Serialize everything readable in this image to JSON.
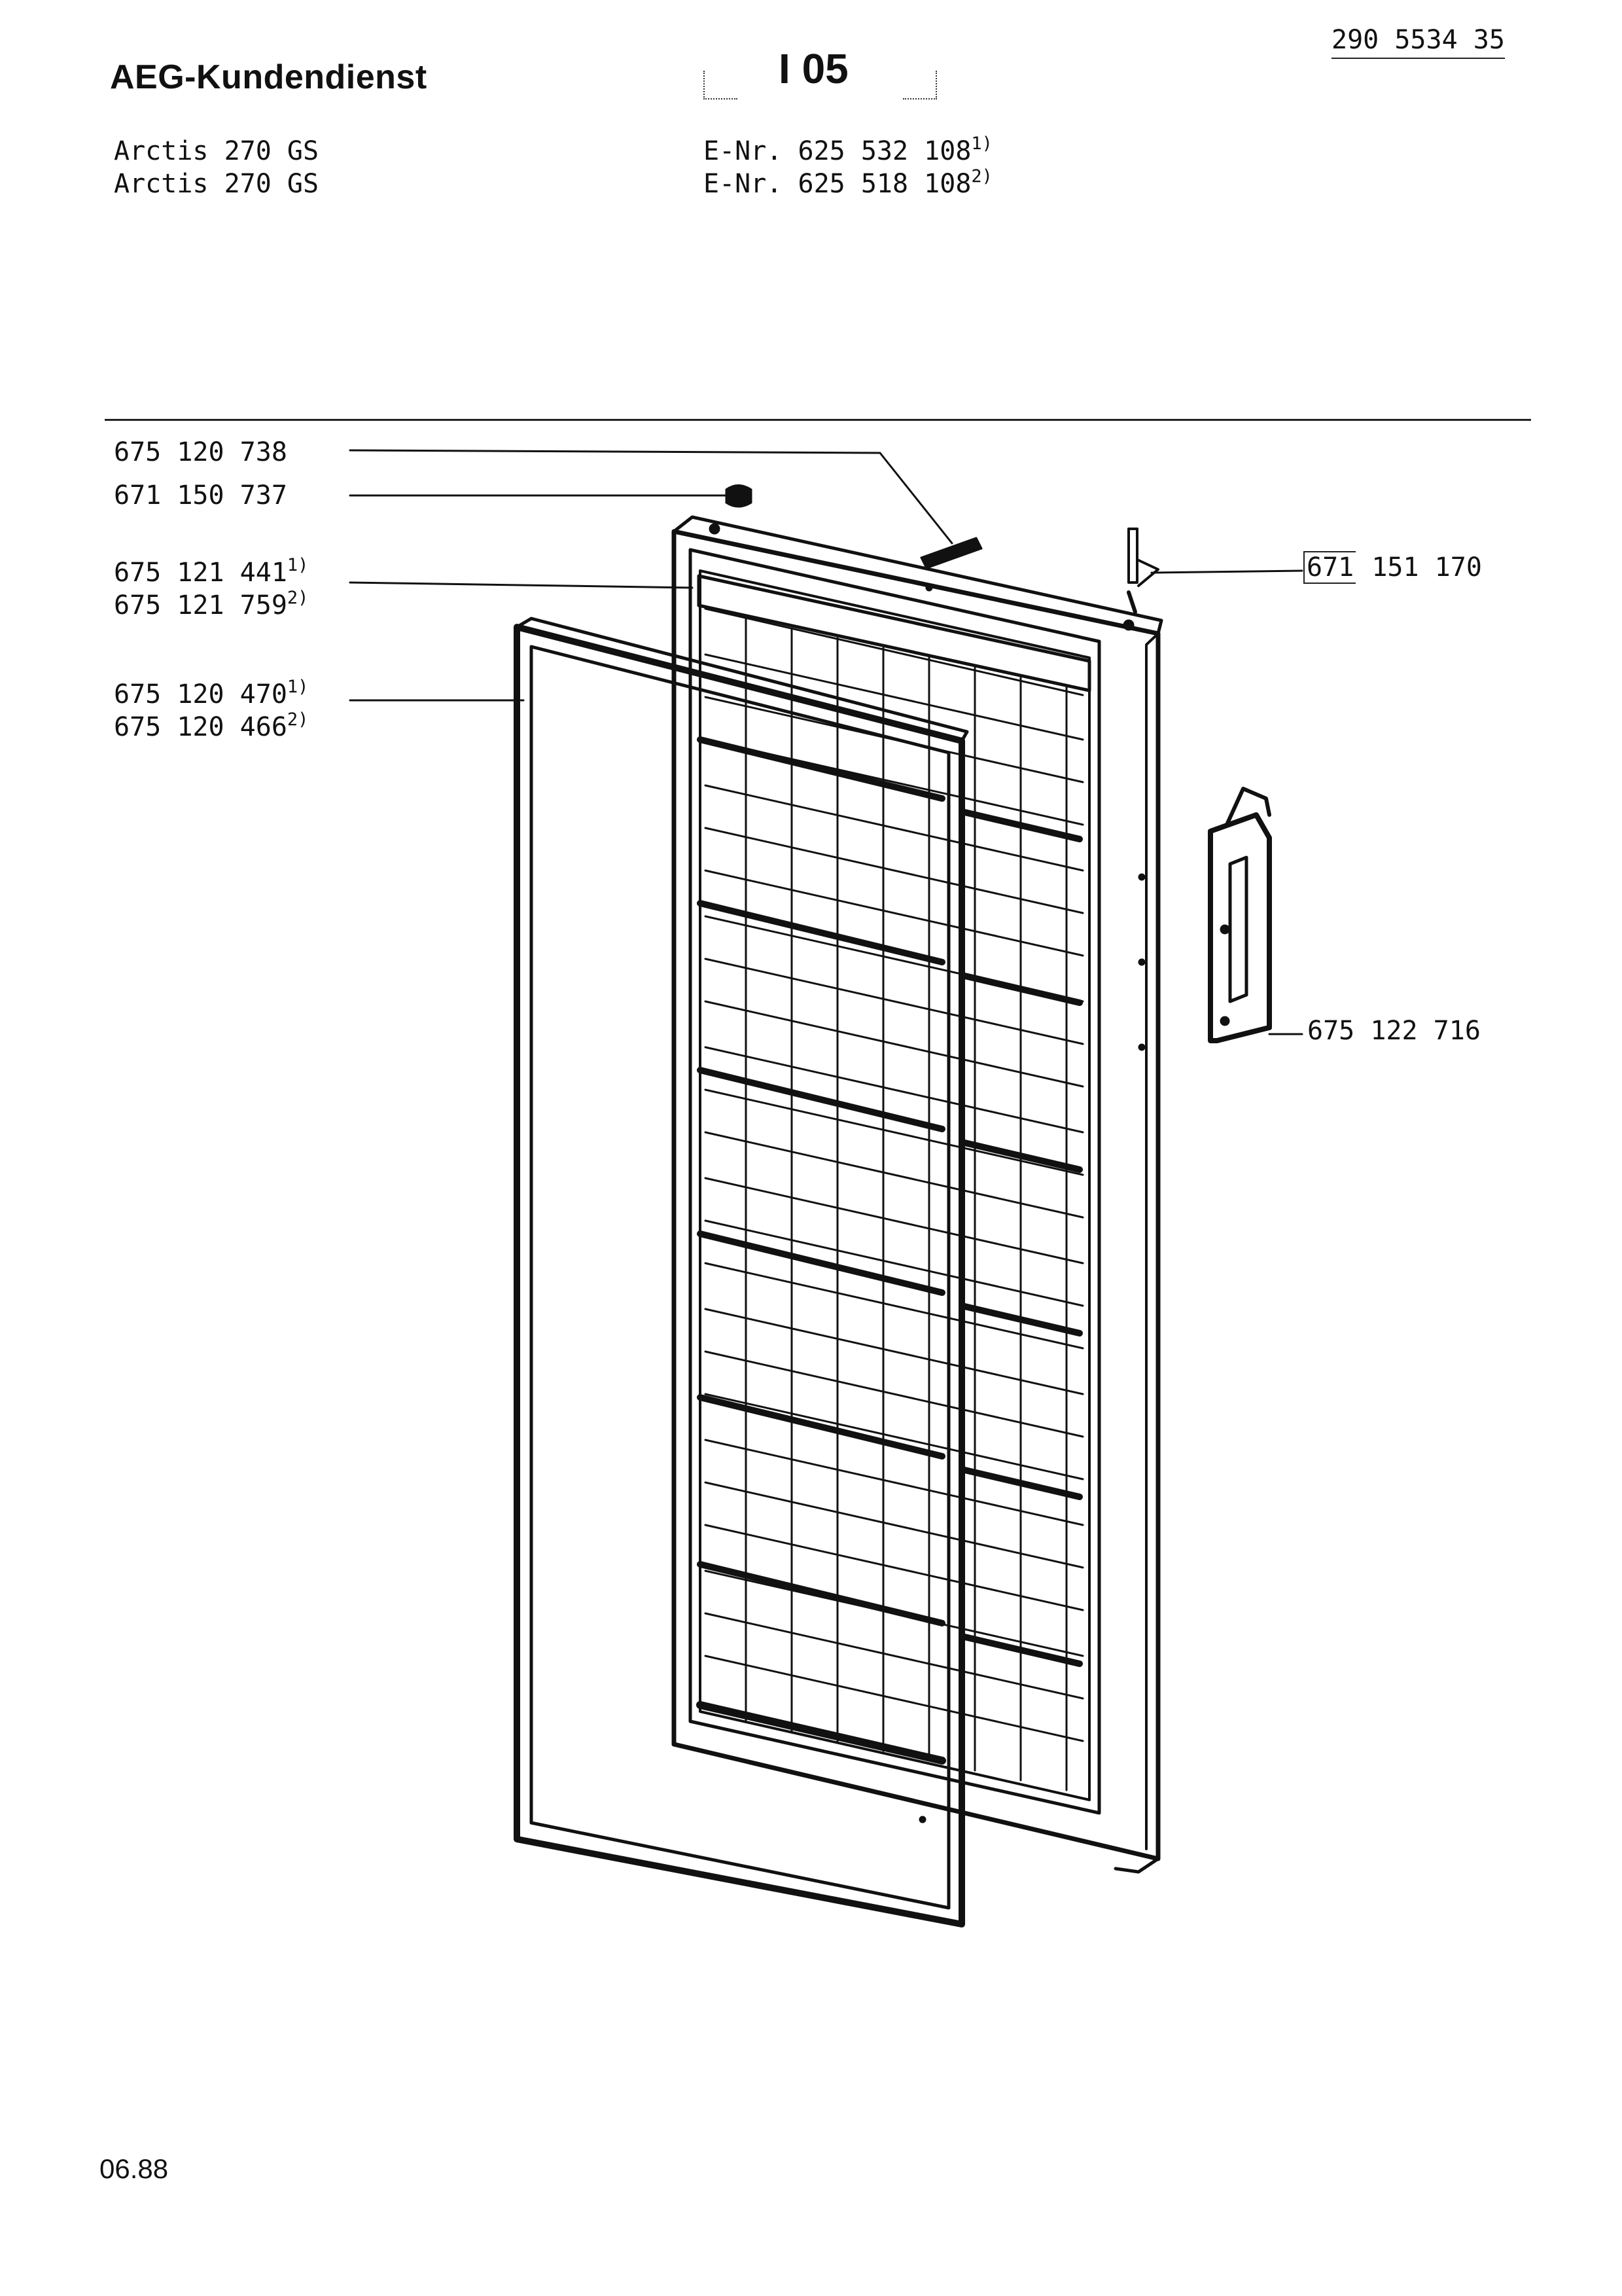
{
  "header": {
    "title": "AEG-Kundendienst",
    "section": "I 05",
    "doc_number": "290 5534 35"
  },
  "models": [
    {
      "name": "Arctis 270 GS",
      "enr_prefix": "E-Nr. 625 532 108",
      "note": "1)"
    },
    {
      "name": "Arctis 270 GS",
      "enr_prefix": "E-Nr. 625 518 108",
      "note": "2)"
    }
  ],
  "parts_left": [
    {
      "number": "675 120 738",
      "note": ""
    },
    {
      "number": "671 150 737",
      "note": ""
    },
    {
      "number": "675 121 441",
      "note": "1)"
    },
    {
      "number": "675 121 759",
      "note": "2)"
    },
    {
      "number": "675 120 470",
      "note": "1)"
    },
    {
      "number": "675 120 466",
      "note": "2)"
    }
  ],
  "parts_right": [
    {
      "boxed": "671",
      "number": " 151 170"
    },
    {
      "number": "675 122 716"
    }
  ],
  "footer": {
    "date": "06.88"
  },
  "diagram": {
    "subject": "freezer-door-exploded-view",
    "icons": [
      "door-panel",
      "door-gasket",
      "hinge-pin",
      "hinge-bracket",
      "door-handle",
      "cap"
    ]
  }
}
